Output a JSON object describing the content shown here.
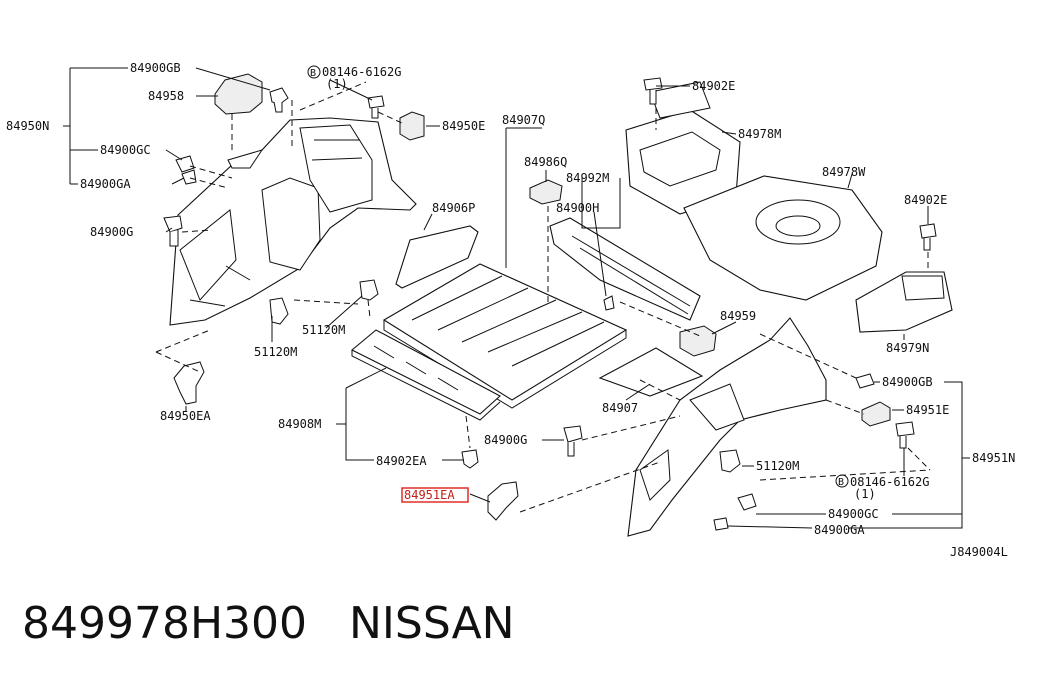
{
  "diagram_code": "J849004L",
  "footer": {
    "part_number": "849978H300",
    "brand": "NISSAN"
  },
  "labels": {
    "l1": "84900GB",
    "l2": "84958",
    "l3": "84950N",
    "l4": "84900GC",
    "l5": "84900GA",
    "l6": "84900G",
    "l7": "08146-6162G",
    "l8": "(1)",
    "l9": "84950E",
    "l10": "84907Q",
    "l11": "84986Q",
    "l12": "84992M",
    "l13": "84906P",
    "l14": "84900H",
    "l15": "84902E",
    "l16": "84978M",
    "l17": "84978W",
    "l18": "84902E",
    "l19": "84979N",
    "l20": "84959",
    "l21": "51120M",
    "l22": "51120M",
    "l23": "84950EA",
    "l24": "84908M",
    "l25": "84902EA",
    "l26": "84951EA",
    "l27": "84907",
    "l28": "84900G",
    "l29": "84900GB",
    "l30": "84951E",
    "l31": "84951N",
    "l32": "51120M",
    "l33": "08146-6162G",
    "l34": "(1)",
    "l35": "84900GC",
    "l36": "84900GA"
  },
  "bolt_marker": "B"
}
